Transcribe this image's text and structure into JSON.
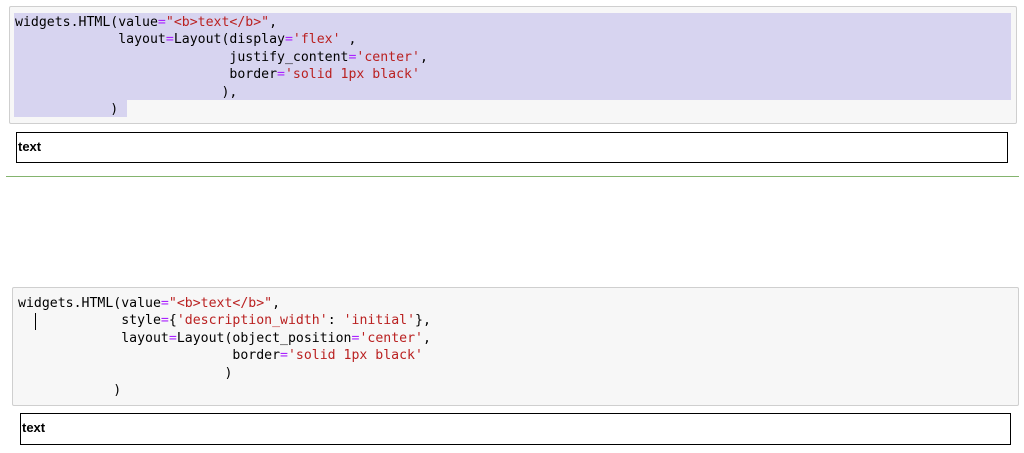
{
  "cells": [
    {
      "id": "cell-1",
      "selected_text": true,
      "code_lines": [
        {
          "indent": "",
          "tokens": [
            {
              "t": "widgets.HTML(value",
              "c": "plain"
            },
            {
              "t": "=",
              "c": "op"
            },
            {
              "t": "\"<b>text</b>\"",
              "c": "str"
            },
            {
              "t": ",",
              "c": "plain"
            }
          ]
        },
        {
          "indent": "             ",
          "tokens": [
            {
              "t": "layout",
              "c": "plain"
            },
            {
              "t": "=",
              "c": "op"
            },
            {
              "t": "Layout(display",
              "c": "plain"
            },
            {
              "t": "=",
              "c": "op"
            },
            {
              "t": "'flex'",
              "c": "str"
            },
            {
              "t": " ,",
              "c": "plain"
            }
          ]
        },
        {
          "indent": "                           ",
          "tokens": [
            {
              "t": "justify_content",
              "c": "plain"
            },
            {
              "t": "=",
              "c": "op"
            },
            {
              "t": "'center'",
              "c": "str"
            },
            {
              "t": ",",
              "c": "plain"
            }
          ]
        },
        {
          "indent": "                           ",
          "tokens": [
            {
              "t": "border",
              "c": "plain"
            },
            {
              "t": "=",
              "c": "op"
            },
            {
              "t": "'solid 1px black'",
              "c": "str"
            }
          ]
        },
        {
          "indent": "                          ",
          "tokens": [
            {
              "t": "),",
              "c": "plain"
            }
          ]
        },
        {
          "indent": "            ",
          "tokens": [
            {
              "t": ")",
              "c": "plain"
            }
          ]
        }
      ],
      "output_text": "text"
    },
    {
      "id": "cell-2",
      "selected_text": false,
      "code_lines": [
        {
          "indent": "",
          "tokens": [
            {
              "t": "widgets.HTML(value",
              "c": "plain"
            },
            {
              "t": "=",
              "c": "op"
            },
            {
              "t": "\"<b>text</b>\"",
              "c": "str"
            },
            {
              "t": ",",
              "c": "plain"
            }
          ]
        },
        {
          "indent": "             ",
          "tokens": [
            {
              "t": "style",
              "c": "plain"
            },
            {
              "t": "=",
              "c": "op"
            },
            {
              "t": "{",
              "c": "plain"
            },
            {
              "t": "'description_width'",
              "c": "str"
            },
            {
              "t": ": ",
              "c": "plain"
            },
            {
              "t": "'initial'",
              "c": "str"
            },
            {
              "t": "},",
              "c": "plain"
            }
          ]
        },
        {
          "indent": "             ",
          "tokens": [
            {
              "t": "layout",
              "c": "plain"
            },
            {
              "t": "=",
              "c": "op"
            },
            {
              "t": "Layout(object_position",
              "c": "plain"
            },
            {
              "t": "=",
              "c": "op"
            },
            {
              "t": "'center'",
              "c": "str"
            },
            {
              "t": ",",
              "c": "plain"
            }
          ]
        },
        {
          "indent": "                           ",
          "tokens": [
            {
              "t": "border",
              "c": "plain"
            },
            {
              "t": "=",
              "c": "op"
            },
            {
              "t": "'solid 1px black'",
              "c": "str"
            }
          ]
        },
        {
          "indent": "                          ",
          "tokens": [
            {
              "t": ")",
              "c": "plain"
            }
          ]
        },
        {
          "indent": "            ",
          "tokens": [
            {
              "t": ")",
              "c": "plain"
            }
          ]
        }
      ],
      "output_text": "text"
    }
  ],
  "colors": {
    "code_bg": "#f7f7f7",
    "selection": "#d7d4f0",
    "operator": "#aa22ff",
    "string": "#ba2121",
    "divider": "#84b46e"
  }
}
